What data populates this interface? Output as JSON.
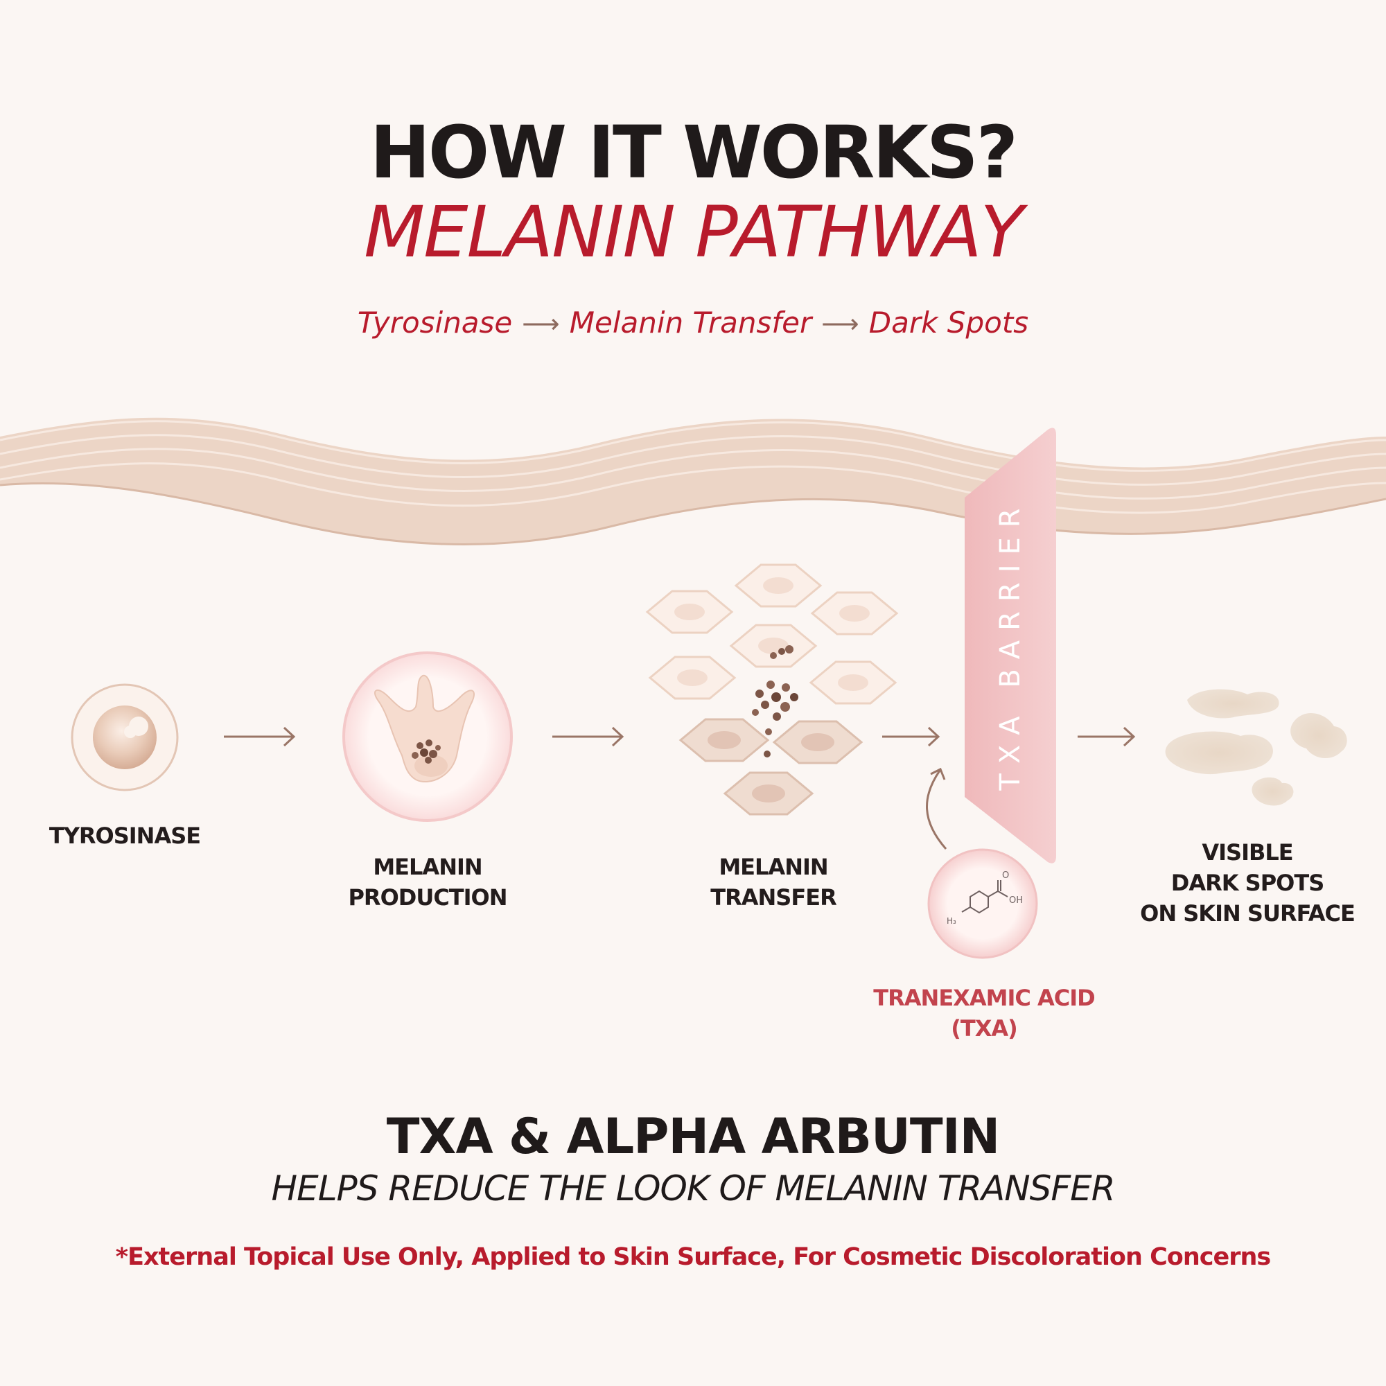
{
  "header": {
    "title_line1": "HOW IT WORKS?",
    "title_line2": "MELANIN PATHWAY",
    "pathway_steps": [
      "Tyrosinase",
      "Melanin Transfer",
      "Dark Spots"
    ],
    "pathway_arrow": "⟶"
  },
  "stages": {
    "tyrosinase": {
      "label": "TYROSINASE"
    },
    "melanin_production": {
      "label_line1": "MELANIN",
      "label_line2": "PRODUCTION"
    },
    "melanin_transfer": {
      "label_line1": "MELANIN",
      "label_line2": "TRANSFER"
    },
    "dark_spots": {
      "label_line1": "VISIBLE",
      "label_line2": "DARK SPOTS",
      "label_line3": "ON SKIN SURFACE"
    }
  },
  "barrier": {
    "label": "TXA BARRIER"
  },
  "txa": {
    "label_line1": "TRANEXAMIC ACID",
    "label_line2": "(TXA)",
    "molecule_labels": {
      "oxygen": "O",
      "hydroxyl": "OH",
      "methyl": "H₃"
    }
  },
  "footer": {
    "headline": "TXA & ALPHA ARBUTIN",
    "subline": "HELPS REDUCE THE LOOK OF MELANIN TRANSFER",
    "disclaimer": "*External Topical Use Only, Applied to Skin Surface, For Cosmetic Discoloration Concerns"
  },
  "colors": {
    "background": "#fbf6f3",
    "accent_red": "#b81b2c",
    "barrier_pink": "#f2c3c4",
    "skin_beige": "#ecd5c6",
    "arrow_brown": "#8d6a5e"
  }
}
